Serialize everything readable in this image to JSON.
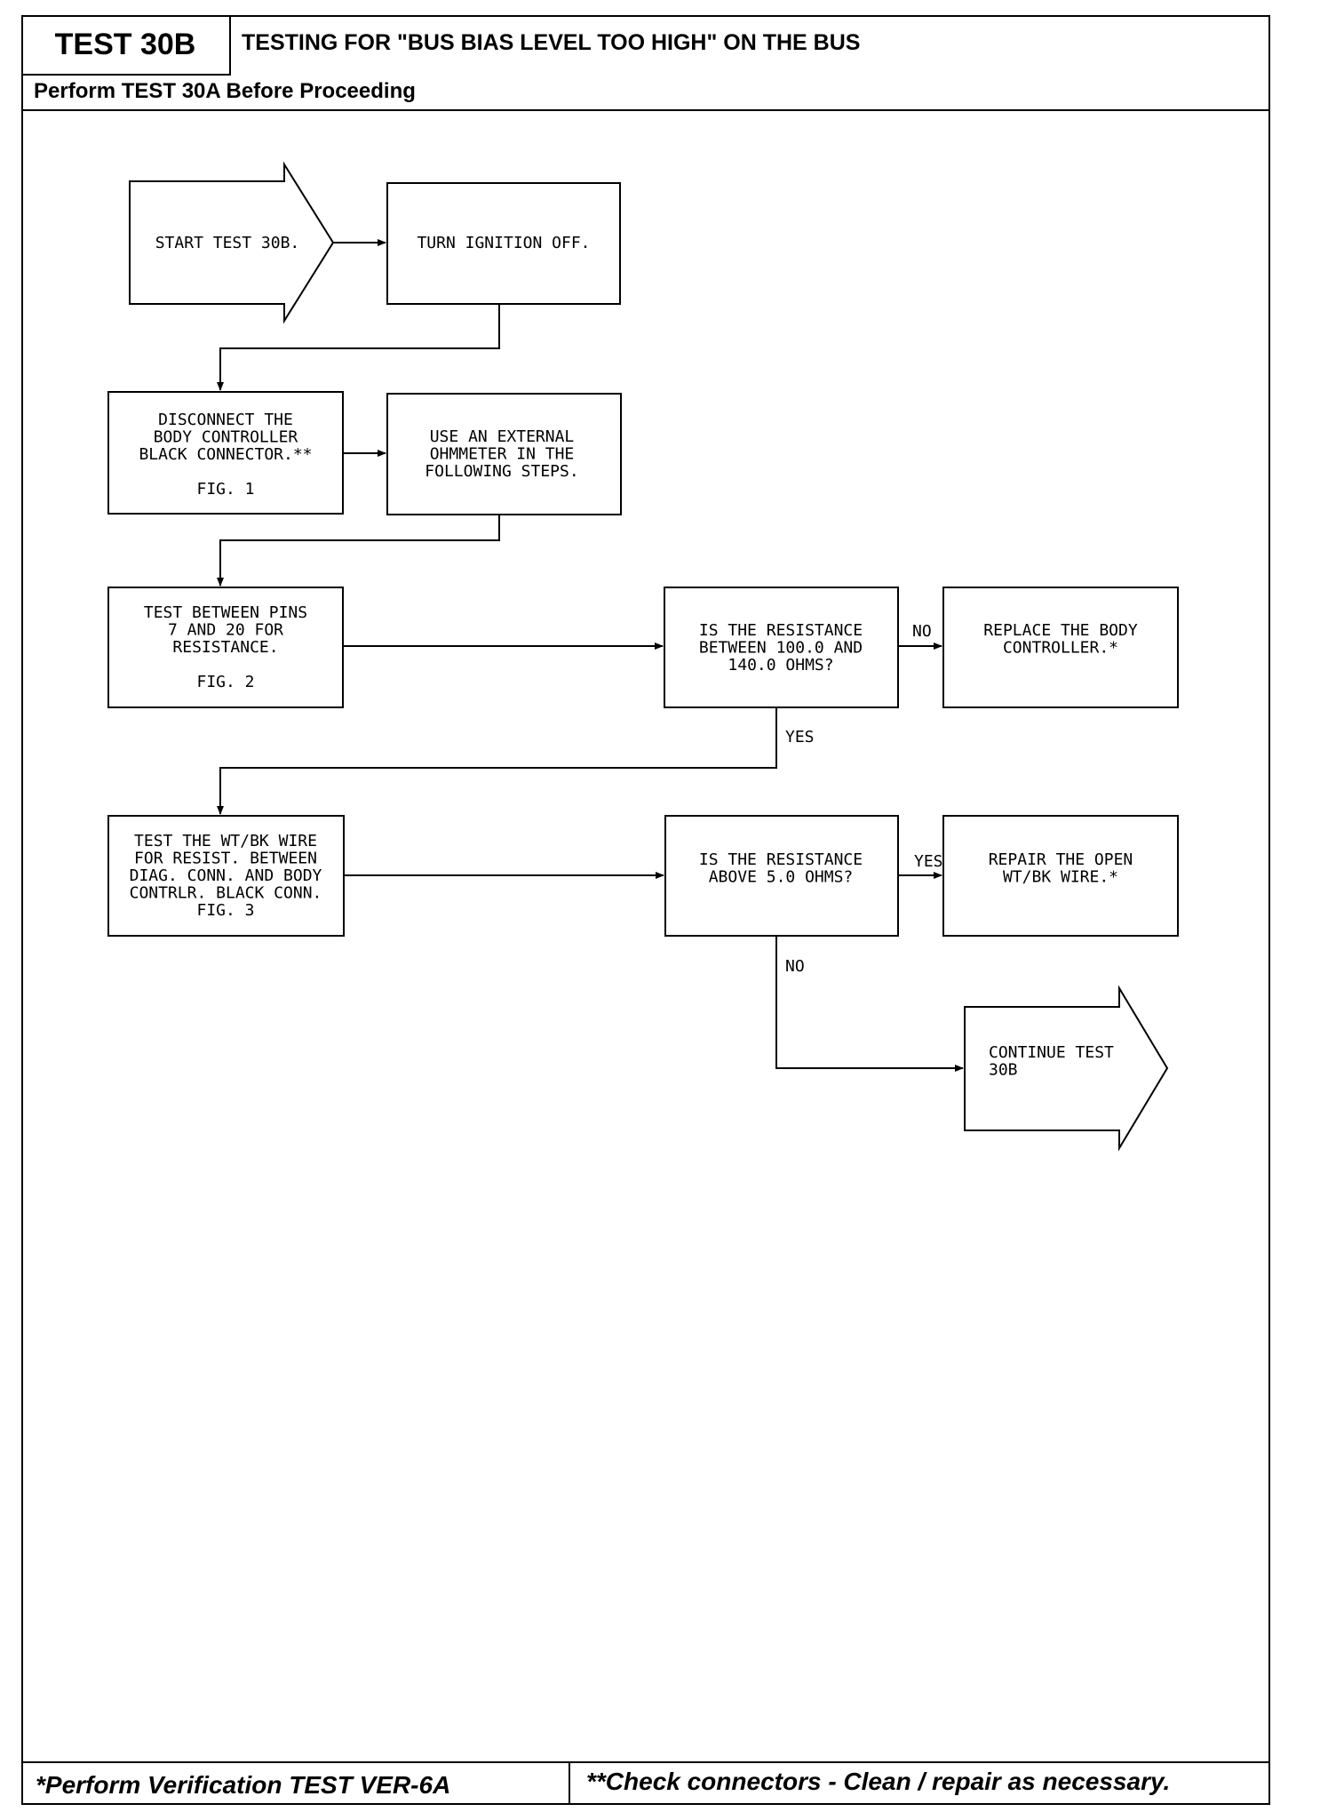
{
  "header": {
    "test_id": "TEST 30B",
    "title": "TESTING FOR \"BUS BIAS LEVEL TOO HIGH\" ON THE BUS",
    "subtitle": "Perform TEST 30A Before Proceeding"
  },
  "footer": {
    "left": "*Perform Verification TEST VER-6A",
    "right": "**Check connectors - Clean / repair as necessary."
  },
  "flow": {
    "start": [
      "START TEST 30B."
    ],
    "ignition_off": [
      "TURN IGNITION OFF."
    ],
    "disconnect": [
      "DISCONNECT THE",
      "BODY CONTROLLER",
      "BLACK CONNECTOR.**",
      "",
      "FIG. 1"
    ],
    "ohmmeter": [
      "USE AN EXTERNAL",
      "OHMMETER IN THE",
      "FOLLOWING STEPS."
    ],
    "test_pins": [
      "TEST BETWEEN PINS",
      "7 AND 20 FOR",
      "RESISTANCE.",
      "",
      "FIG. 2"
    ],
    "decision1": [
      "IS THE RESISTANCE",
      "BETWEEN 100.0 AND",
      "140.0 OHMS?"
    ],
    "replace": [
      "REPLACE THE BODY",
      "CONTROLLER.*"
    ],
    "test_wire": [
      "TEST THE WT/BK WIRE",
      "FOR RESIST. BETWEEN",
      "DIAG. CONN. AND BODY",
      "CONTRLR. BLACK CONN.",
      "FIG. 3"
    ],
    "decision2": [
      "IS THE RESISTANCE",
      "ABOVE 5.0 OHMS?"
    ],
    "repair": [
      "REPAIR THE OPEN",
      "WT/BK WIRE.*"
    ],
    "continue": [
      "CONTINUE TEST",
      "30B"
    ],
    "labels": {
      "no1": "NO",
      "yes1": "YES",
      "yes2": "YES",
      "no2": "NO"
    }
  }
}
